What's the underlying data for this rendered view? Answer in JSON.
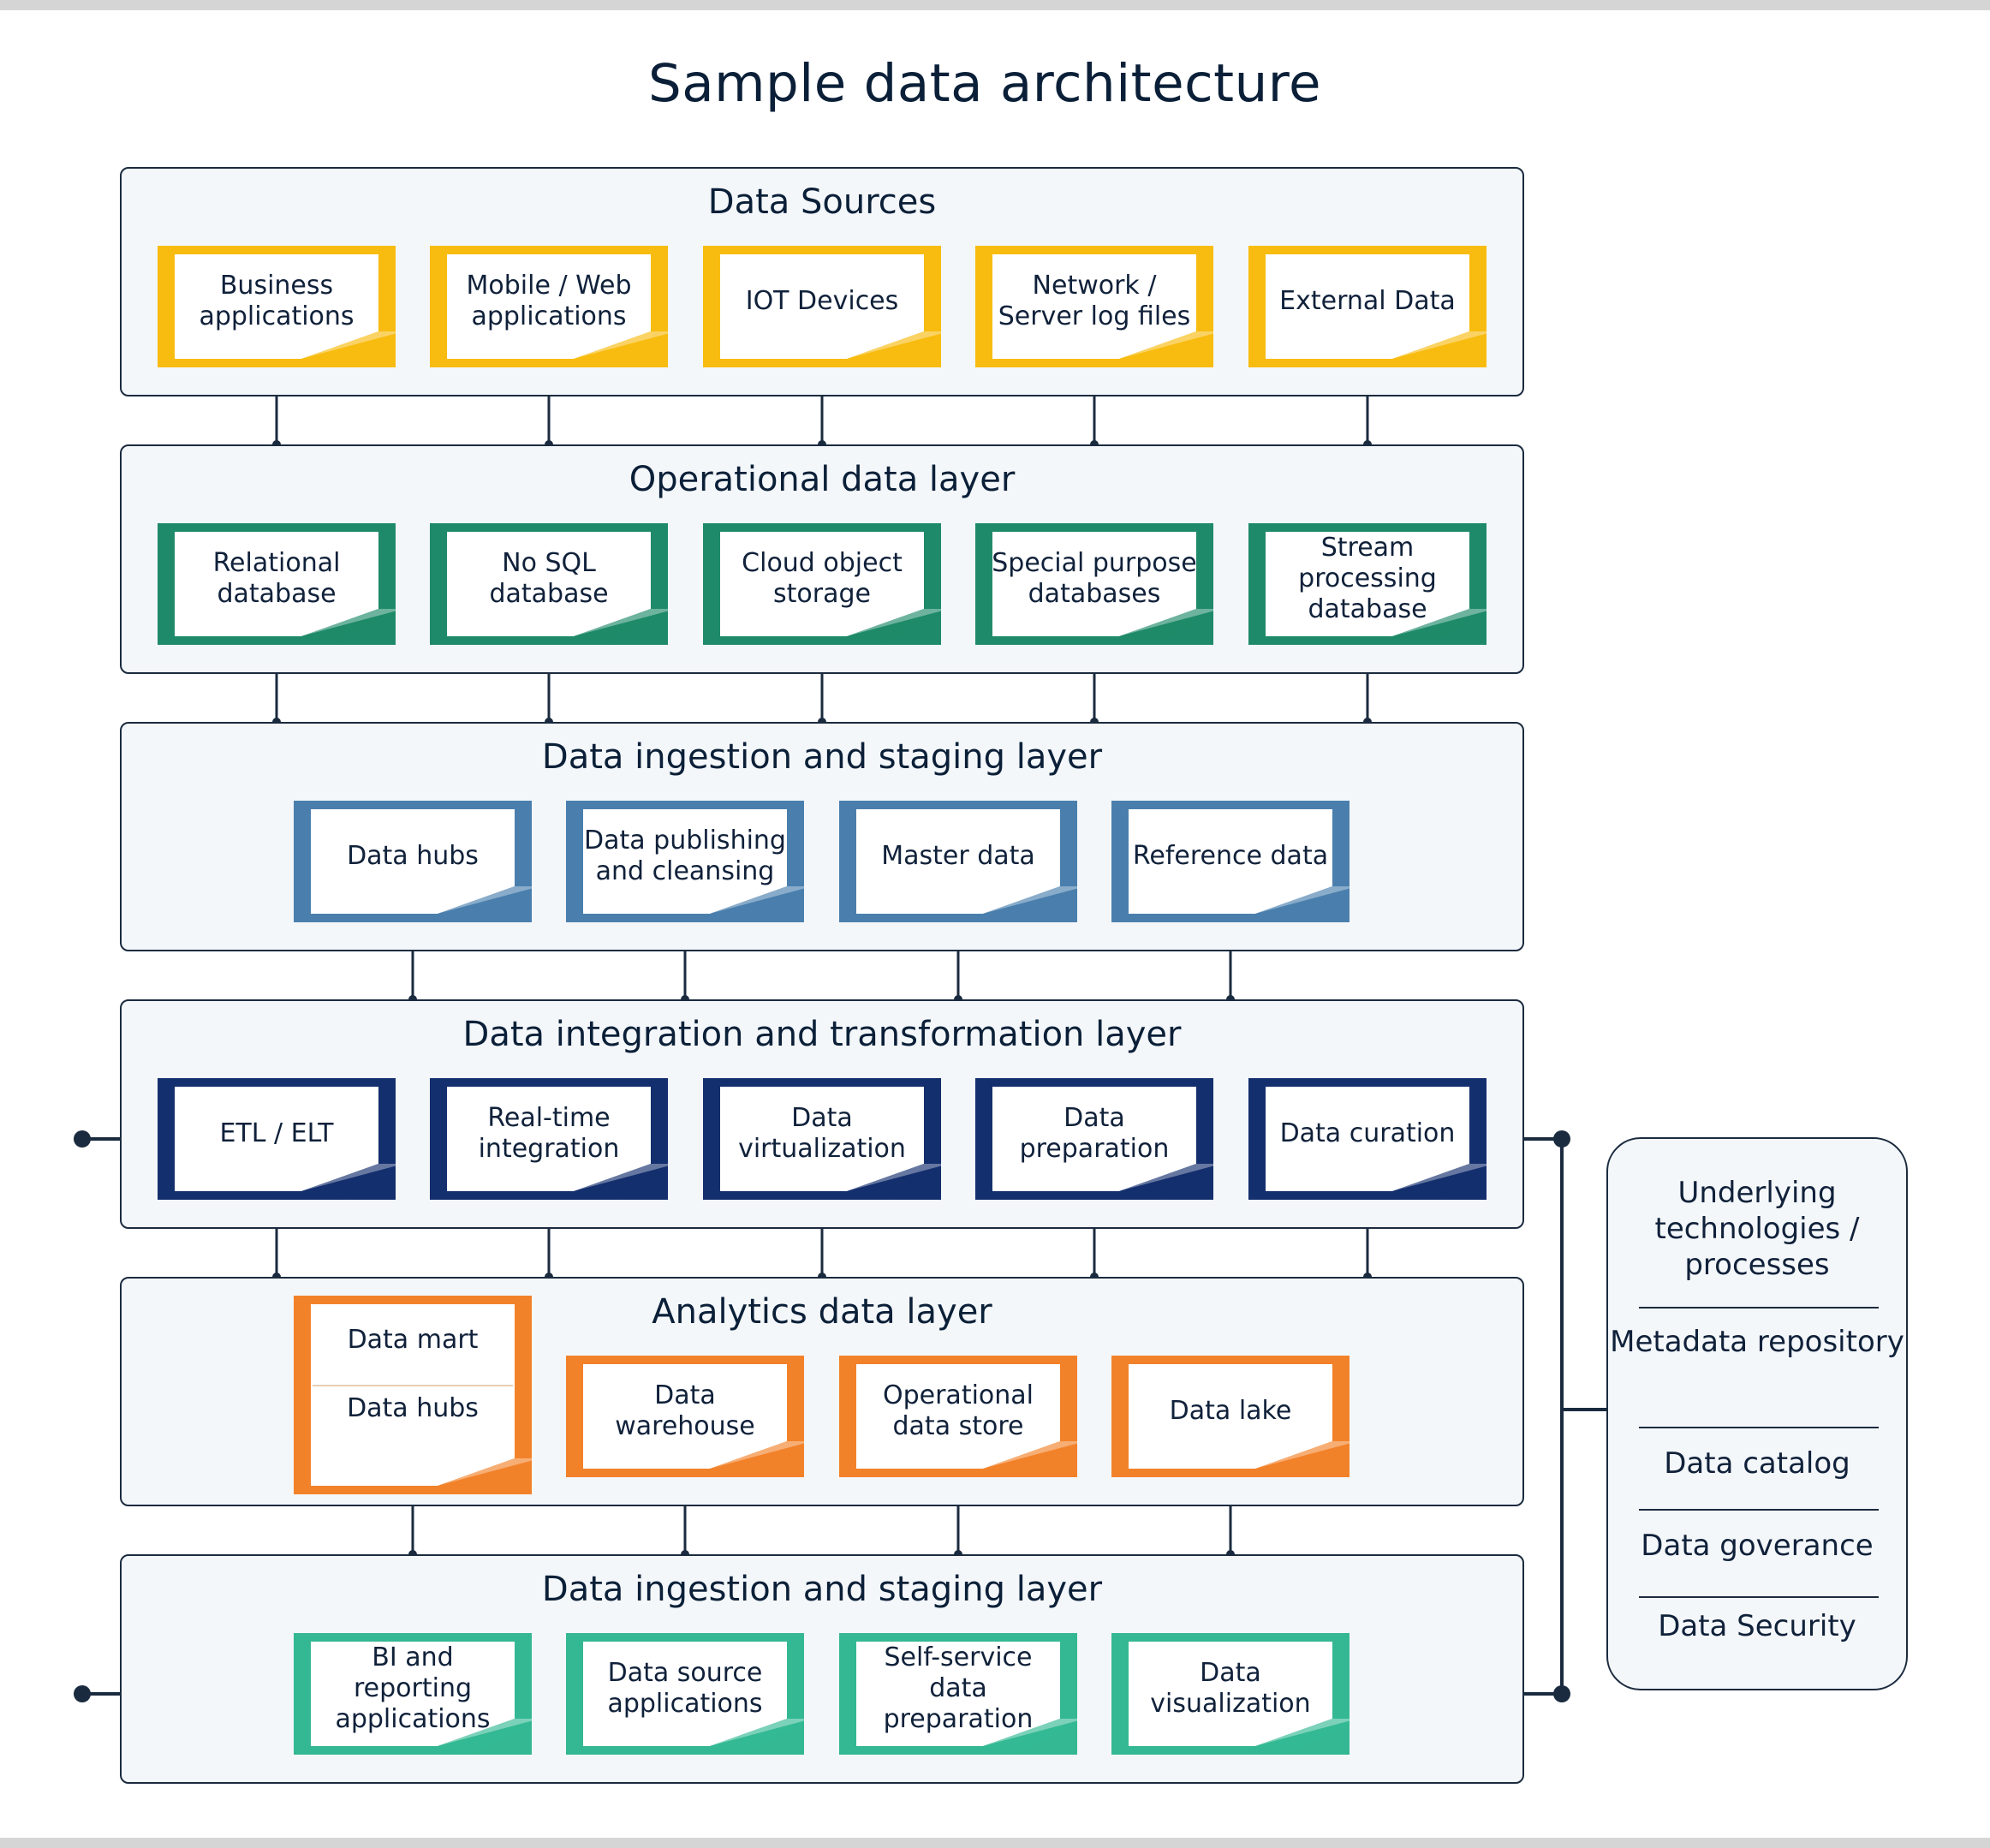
{
  "title": "Sample data architecture",
  "colors": {
    "sources": "#f8bc10",
    "operational": "#1f8a69",
    "ingestion": "#4a7fad",
    "integration": "#142f6e",
    "analytics": "#f2822a",
    "consumption": "#34b893",
    "line": "#1b2b3f"
  },
  "layers": [
    {
      "title": "Data Sources",
      "color_key": "sources",
      "items": [
        {
          "label": "Business applications"
        },
        {
          "label": "Mobile / Web applications"
        },
        {
          "label": "IOT Devices"
        },
        {
          "label": "Network / Server log files"
        },
        {
          "label": "External Data"
        }
      ]
    },
    {
      "title": "Operational data layer",
      "color_key": "operational",
      "items": [
        {
          "label": "Relational database"
        },
        {
          "label": "No SQL database"
        },
        {
          "label": "Cloud object storage"
        },
        {
          "label": "Special purpose databases"
        },
        {
          "label": "Stream processing database"
        }
      ]
    },
    {
      "title": "Data ingestion and staging layer",
      "color_key": "ingestion",
      "items": [
        {
          "label": "Data hubs"
        },
        {
          "label": "Data publishing and cleansing"
        },
        {
          "label": "Master data"
        },
        {
          "label": "Reference data"
        }
      ]
    },
    {
      "title": "Data integration and transformation layer",
      "color_key": "integration",
      "items": [
        {
          "label": "ETL / ELT"
        },
        {
          "label": "Real-time integration"
        },
        {
          "label": "Data virtualization"
        },
        {
          "label": "Data preparation"
        },
        {
          "label": "Data curation"
        }
      ]
    },
    {
      "title": "Analytics data layer",
      "color_key": "analytics",
      "items": [
        {
          "label": "Data mart",
          "sub_label": "Data hubs"
        },
        {
          "label": "Data warehouse"
        },
        {
          "label": "Operational data store"
        },
        {
          "label": "Data lake"
        }
      ]
    },
    {
      "title": "Data ingestion and staging layer",
      "color_key": "consumption",
      "items": [
        {
          "label": "BI and reporting applications"
        },
        {
          "label": "Data source applications"
        },
        {
          "label": "Self-service data preparation"
        },
        {
          "label": "Data visualization"
        }
      ]
    }
  ],
  "side_panel": {
    "items": [
      "Underlying technologies / processes",
      "Metadata repository",
      "Data catalog",
      "Data goverance",
      "Data Security"
    ]
  }
}
